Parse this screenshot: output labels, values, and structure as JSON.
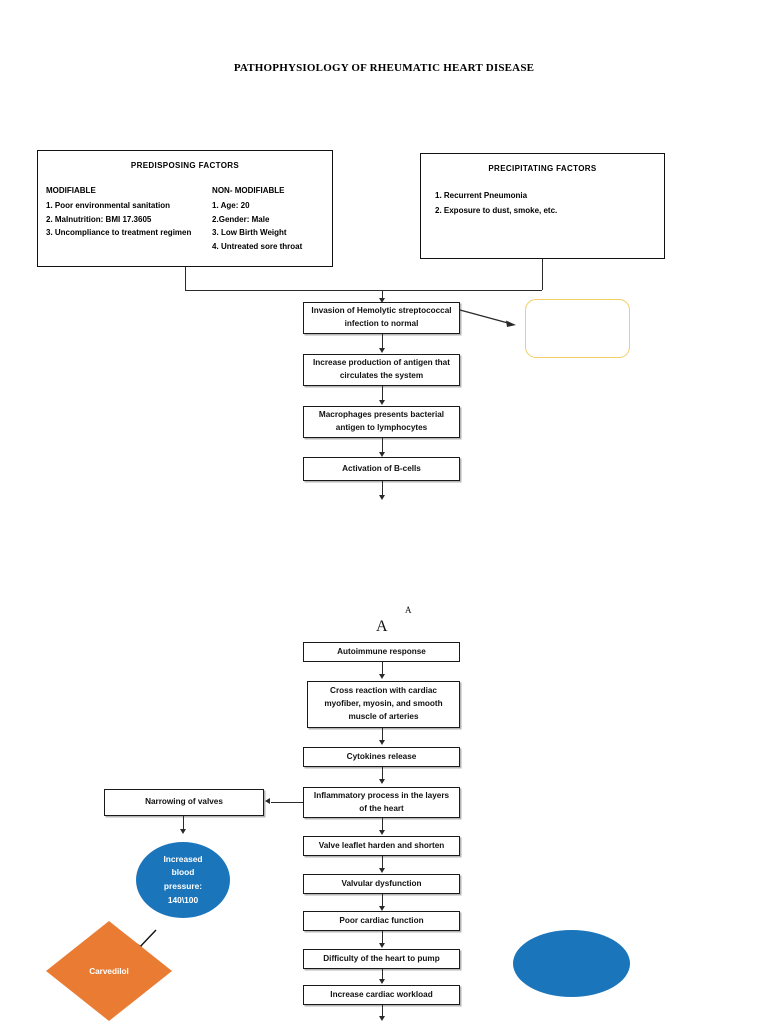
{
  "document": {
    "title": "PATHOPHYSIOLOGY OF RHEUMATIC HEART DISEASE"
  },
  "predisposing": {
    "title": "PREDISPOSING FACTORS",
    "modifiable_head": "MODIFIABLE",
    "modifiable": [
      "1. Poor environmental sanitation",
      "2. Malnutrition: BMI 17.3605",
      "3. Uncompliance to treatment regimen"
    ],
    "non_modifiable_head": "NON- MODIFIABLE",
    "non_modifiable": [
      "1. Age: 20",
      "2.Gender: Male",
      "3. Low Birth Weight",
      "4. Untreated sore throat"
    ]
  },
  "precipitating": {
    "title": "PRECIPITATING FACTORS",
    "items": [
      "1. Recurrent Pneumonia",
      "2. Exposure to dust, smoke, etc."
    ]
  },
  "upper_flow": {
    "invasion": "Invasion of Hemolytic streptococcal infection to normal",
    "antigen": "Increase production of antigen that circulates the system",
    "macrophages": "Macrophages presents bacterial antigen to lymphocytes",
    "bcells": "Activation of B-cells",
    "side_note": ""
  },
  "connector": {
    "letter_small": "A",
    "letter_big": "A"
  },
  "lower_flow": {
    "autoimmune": "Autoimmune response",
    "cross_reaction": "Cross reaction with cardiac myofiber, myosin, and smooth muscle of arteries",
    "cytokines": "Cytokines release",
    "inflammatory": "Inflammatory process in the layers of the heart",
    "valve_leaflet": "Valve leaflet harden and shorten",
    "valvular": "Valvular dysfunction",
    "poor_cardiac": "Poor cardiac function",
    "difficulty": "Difficulty of the heart to pump",
    "workload": "Increase cardiac workload"
  },
  "branch": {
    "narrowing": "Narrowing of valves",
    "bp_circle": "Increased blood pressure: 140\\100",
    "bp_lines": [
      "Increased",
      "blood",
      "pressure:",
      "140\\100"
    ],
    "drug": "Carvedilol",
    "empty_ellipse": ""
  },
  "colors": {
    "blue": "#1b75bb",
    "orange": "#e97b33",
    "yellow_border": "#f2ce63",
    "line": "#2a2a2a",
    "box_border": "#1a1a1a"
  }
}
